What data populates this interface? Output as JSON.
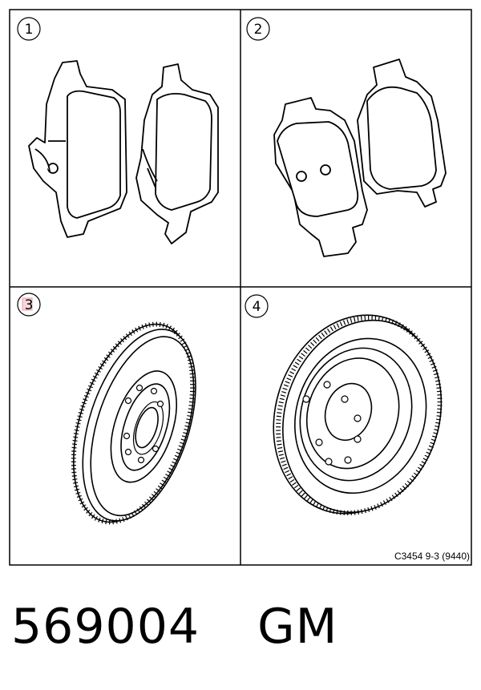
{
  "panels": [
    {
      "number": "1",
      "icon": "brake-pads-front-icon"
    },
    {
      "number": "2",
      "icon": "brake-pads-rear-icon"
    },
    {
      "number": "3",
      "icon": "brake-disc-front-icon"
    },
    {
      "number": "4",
      "icon": "brake-disc-rear-icon"
    }
  ],
  "reference_code": "C3454 9-3 (9440)",
  "part_number": "569004",
  "brand": "GM",
  "colors": {
    "line": "#000000",
    "background": "#ffffff",
    "marker_highlight": "#e8a0a8"
  }
}
